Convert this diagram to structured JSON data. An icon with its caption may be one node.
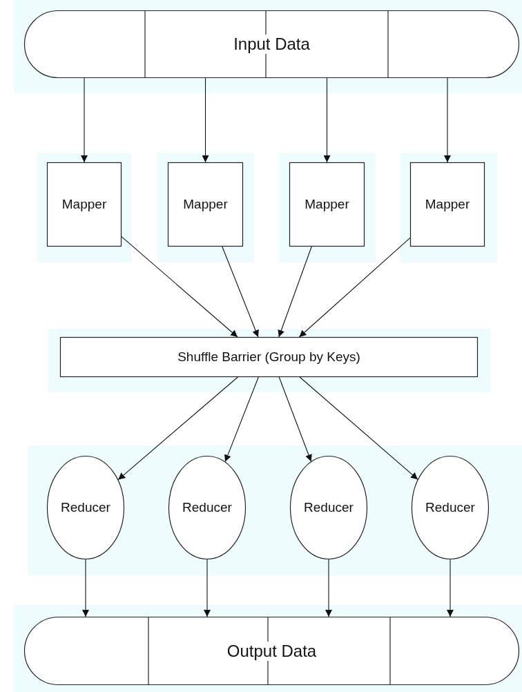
{
  "diagram": {
    "nodes": [
      {
        "text": [
          "Input Data"
        ]
      },
      {
        "text": [
          "Mapper"
        ]
      },
      {
        "text": [
          "Mapper"
        ]
      },
      {
        "text": [
          "Mapper"
        ]
      },
      {
        "text": [
          "Mapper"
        ]
      },
      {
        "text": [
          "Shuffle Barrier (Group by Keys)"
        ]
      },
      {
        "text": [
          "Reducer"
        ]
      },
      {
        "text": [
          "Reducer"
        ]
      },
      {
        "text": [
          "Reducer"
        ]
      },
      {
        "text": [
          "Reducer"
        ]
      },
      {
        "text": [
          "Output Data"
        ]
      }
    ],
    "edges": [
      {
        "from": 0,
        "to": 1,
        "arrow": "to"
      },
      {
        "from": 0,
        "to": 2,
        "arrow": "to"
      },
      {
        "from": 0,
        "to": 3,
        "arrow": "to"
      },
      {
        "from": 0,
        "to": 4,
        "arrow": "to"
      },
      {
        "from": 1,
        "to": 5,
        "arrow": "to"
      },
      {
        "from": 2,
        "to": 5,
        "arrow": "to"
      },
      {
        "from": 3,
        "to": 5,
        "arrow": "to"
      },
      {
        "from": 4,
        "to": 5,
        "arrow": "to"
      },
      {
        "from": 5,
        "to": 6,
        "arrow": "to"
      },
      {
        "from": 5,
        "to": 7,
        "arrow": "to"
      },
      {
        "from": 5,
        "to": 8,
        "arrow": "to"
      },
      {
        "from": 5,
        "to": 9,
        "arrow": "to"
      },
      {
        "from": 6,
        "to": 10,
        "arrow": "to"
      },
      {
        "from": 7,
        "to": 10,
        "arrow": "to"
      },
      {
        "from": 8,
        "to": 10,
        "arrow": "to"
      },
      {
        "from": 9,
        "to": 10,
        "arrow": "to"
      }
    ]
  }
}
